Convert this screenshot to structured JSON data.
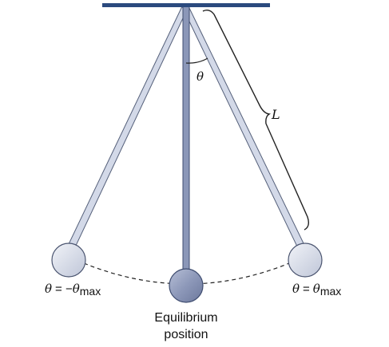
{
  "labels": {
    "theta": "θ",
    "length": "L",
    "left_theta": "θ",
    "left_equals": "= −",
    "left_theta_2": "θ",
    "left_subscript": "max",
    "right_theta": "θ",
    "right_equals": "=",
    "right_theta_2": "θ",
    "right_subscript": "max",
    "equilibrium_line1": "Equilibrium",
    "equilibrium_line2": "position"
  },
  "colors": {
    "ceiling": "#2b4a7e",
    "rod_fill": "#d3d9e8",
    "rod_stroke": "#55607a",
    "center_rod_fill": "#8b97b8",
    "center_rod_stroke": "#3f4d70",
    "bob_fill": "#dee2ec",
    "bob_stroke": "#4b5570",
    "center_bob_fill": "#97a1c0",
    "arc": "#222222",
    "text": "#111111"
  }
}
